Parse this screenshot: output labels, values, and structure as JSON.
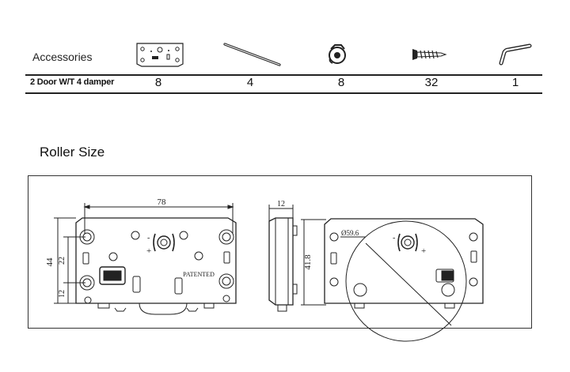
{
  "accessories": {
    "label": "Accessories",
    "items": [
      {
        "icon": "damper-plate-icon"
      },
      {
        "icon": "rod-icon"
      },
      {
        "icon": "stopper-clip-icon"
      },
      {
        "icon": "screw-icon"
      },
      {
        "icon": "hex-key-icon"
      }
    ],
    "row": {
      "title": "2 Door W/T 4 damper",
      "quantities": [
        "8",
        "4",
        "8",
        "32",
        "1"
      ]
    }
  },
  "roller_section": {
    "title": "Roller Size",
    "front_view": {
      "dim_width": "78",
      "dim_height_outer": "44",
      "dim_height_inner": "22",
      "dim_height_small": "12",
      "stamp": "PATENTED"
    },
    "side_view": {
      "dim_thickness": "12",
      "dim_height": "41.8"
    },
    "back_view": {
      "dim_wheel_diameter": "Ø59.6"
    }
  }
}
